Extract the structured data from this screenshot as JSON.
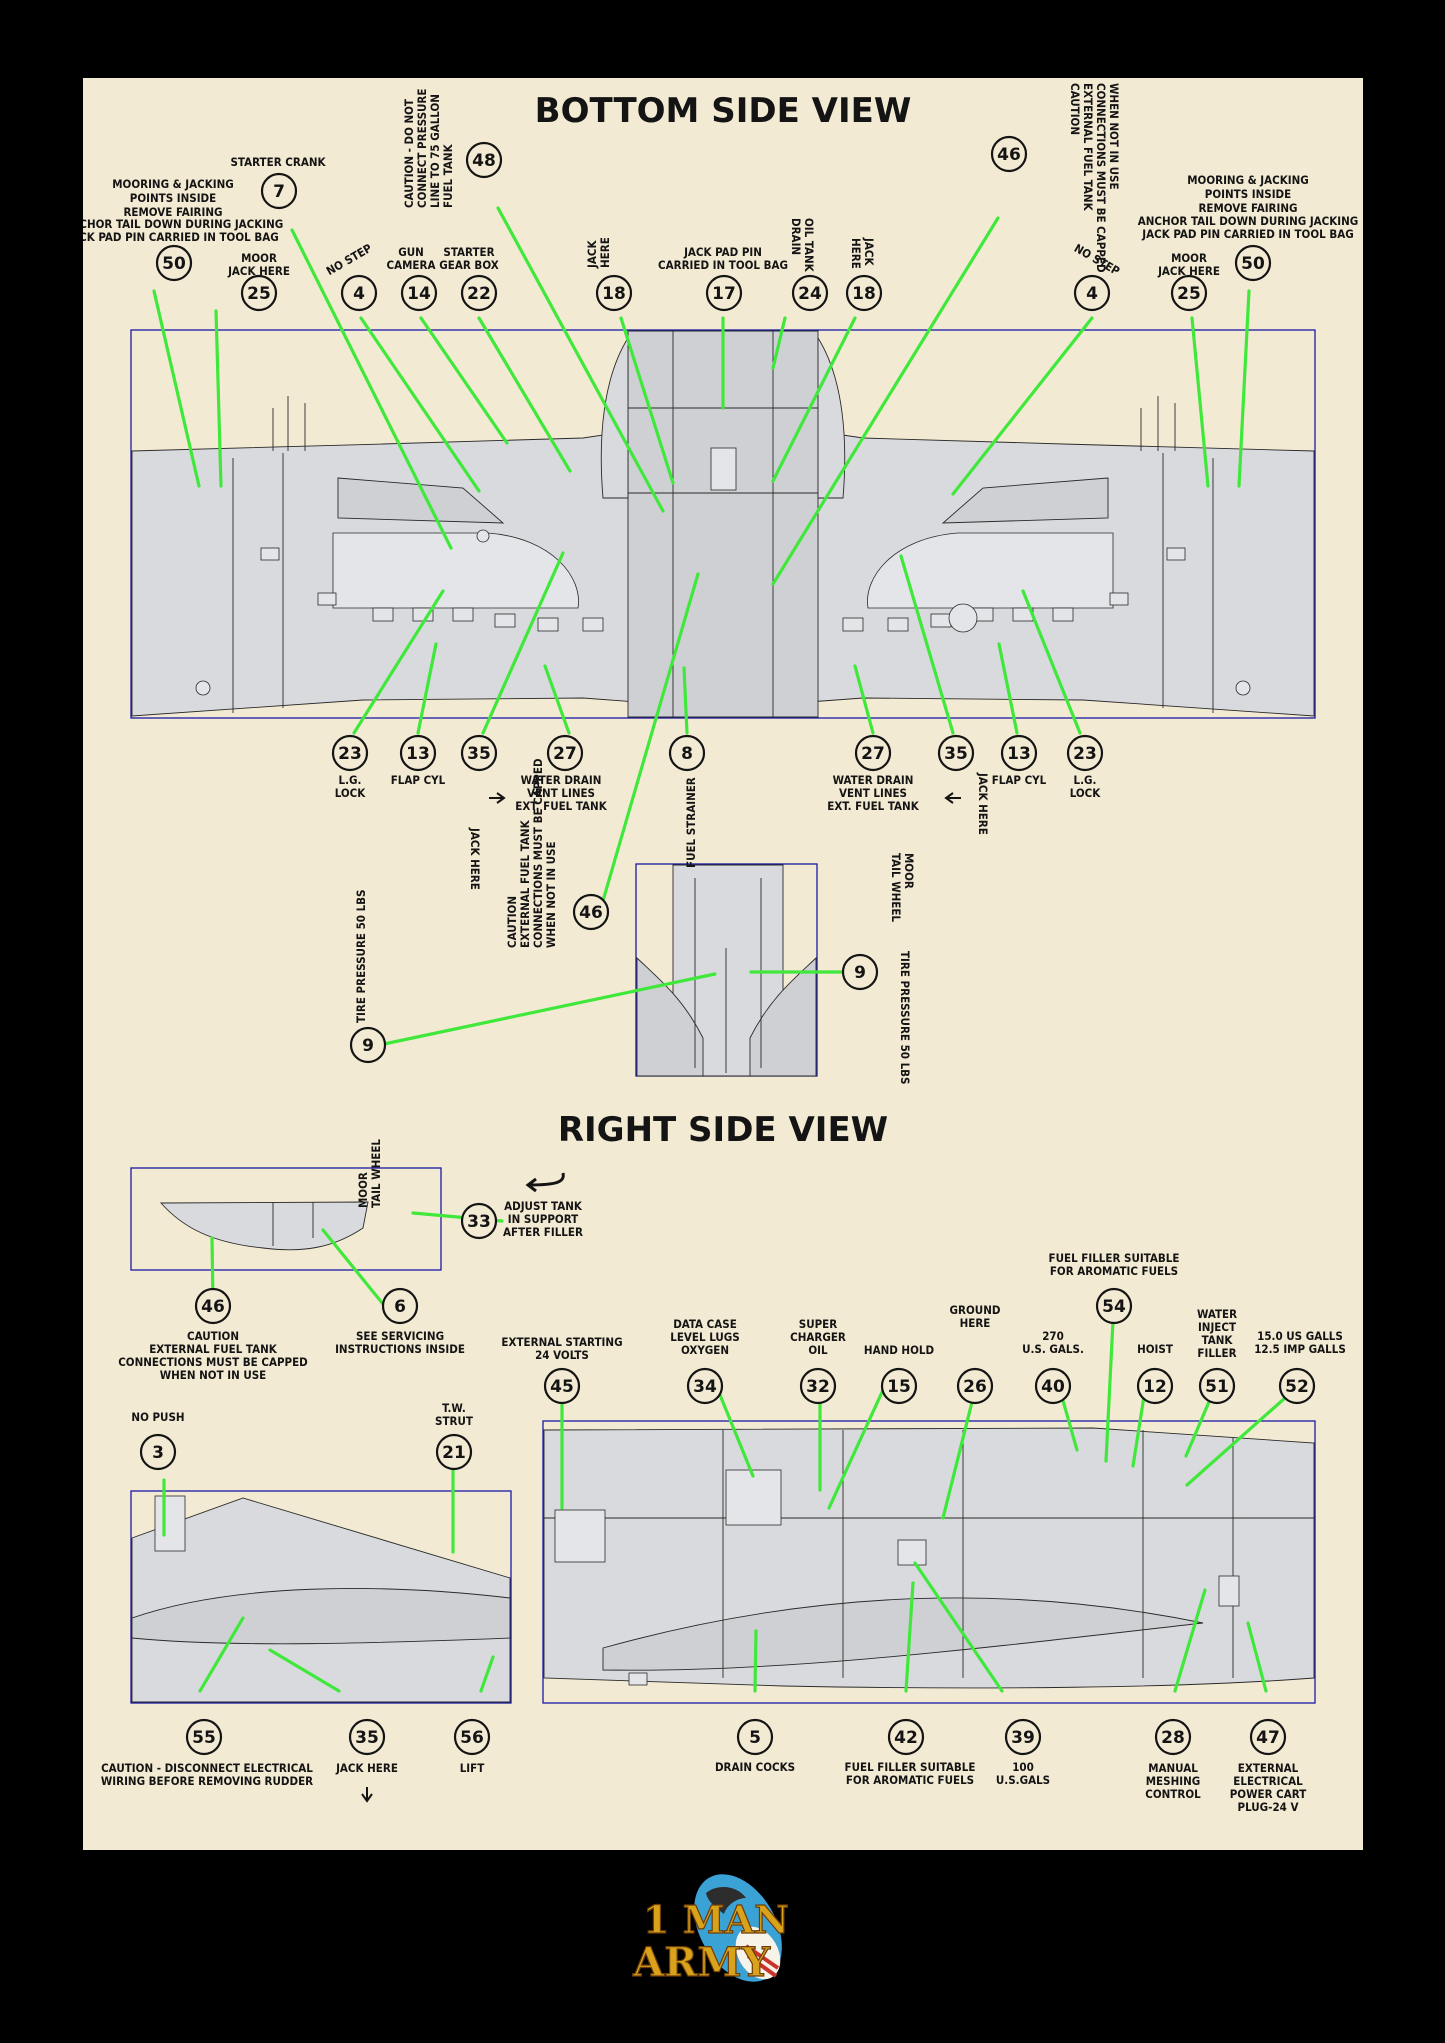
{
  "titles": {
    "bottom": "BOTTOM SIDE VIEW",
    "right": "RIGHT SIDE VIEW"
  },
  "callouts": [
    {
      "id": "c50a",
      "number": "50"
    },
    {
      "id": "c25a",
      "number": "25"
    },
    {
      "id": "c7",
      "number": "7"
    },
    {
      "id": "c4a",
      "number": "4"
    },
    {
      "id": "c14",
      "number": "14"
    },
    {
      "id": "c22",
      "number": "22"
    },
    {
      "id": "c48",
      "number": "48"
    },
    {
      "id": "c18a",
      "number": "18"
    },
    {
      "id": "c17",
      "number": "17"
    },
    {
      "id": "c24",
      "number": "24"
    },
    {
      "id": "c18b",
      "number": "18"
    },
    {
      "id": "c46a",
      "number": "46"
    },
    {
      "id": "c4b",
      "number": "4"
    },
    {
      "id": "c25b",
      "number": "25"
    },
    {
      "id": "c50b",
      "number": "50"
    },
    {
      "id": "c23a",
      "number": "23"
    },
    {
      "id": "c13a",
      "number": "13"
    },
    {
      "id": "c35a",
      "number": "35"
    },
    {
      "id": "c27a",
      "number": "27"
    },
    {
      "id": "c8",
      "number": "8"
    },
    {
      "id": "c27b",
      "number": "27"
    },
    {
      "id": "c35b",
      "number": "35"
    },
    {
      "id": "c13b",
      "number": "13"
    },
    {
      "id": "c23b",
      "number": "23"
    },
    {
      "id": "c46b",
      "number": "46"
    },
    {
      "id": "c9a",
      "number": "9"
    },
    {
      "id": "c9b",
      "number": "9"
    },
    {
      "id": "c33",
      "number": "33"
    },
    {
      "id": "c46c",
      "number": "46"
    },
    {
      "id": "c6",
      "number": "6"
    },
    {
      "id": "c54",
      "number": "54"
    },
    {
      "id": "c45",
      "number": "45"
    },
    {
      "id": "c34",
      "number": "34"
    },
    {
      "id": "c32",
      "number": "32"
    },
    {
      "id": "c15",
      "number": "15"
    },
    {
      "id": "c26",
      "number": "26"
    },
    {
      "id": "c40",
      "number": "40"
    },
    {
      "id": "c12",
      "number": "12"
    },
    {
      "id": "c51",
      "number": "51"
    },
    {
      "id": "c52",
      "number": "52"
    },
    {
      "id": "c3",
      "number": "3"
    },
    {
      "id": "c21",
      "number": "21"
    },
    {
      "id": "c55",
      "number": "55"
    },
    {
      "id": "c35c",
      "number": "35"
    },
    {
      "id": "c56",
      "number": "56"
    },
    {
      "id": "c5",
      "number": "5"
    },
    {
      "id": "c42",
      "number": "42"
    },
    {
      "id": "c39",
      "number": "39"
    },
    {
      "id": "c28",
      "number": "28"
    },
    {
      "id": "c47",
      "number": "47"
    }
  ],
  "labels": {
    "mooring_left": [
      "MOORING & JACKING",
      "POINTS INSIDE",
      "REMOVE FAIRING"
    ],
    "anchor_left": [
      "ANCHOR TAIL DOWN DURING JACKING",
      "JACK PAD PIN CARRIED IN TOOL BAG"
    ],
    "starter_crank": "STARTER CRANK",
    "moor_jack_left": [
      "MOOR",
      "JACK HERE"
    ],
    "no_step_left": "NO STEP",
    "gun_camera": [
      "GUN",
      "CAMERA"
    ],
    "starter_gear_box": [
      "STARTER",
      "GEAR BOX"
    ],
    "caution_pressure": [
      "CAUTION - DO NOT",
      "CONNECT PRESSURE",
      "LINE TO 75 GALLON",
      "FUEL TANK"
    ],
    "jack_here_v1": [
      "JACK",
      "HERE"
    ],
    "jack_pad_pin": [
      "JACK PAD PIN",
      "CARRIED IN TOOL BAG"
    ],
    "oil_tank_drain": [
      "OIL TANK",
      "DRAIN"
    ],
    "jack_here_v2": [
      "JACK",
      "HERE"
    ],
    "caution_ext_top": [
      "CAUTION",
      "EXTERNAL FUEL TANK",
      "CONNECTIONS MUST BE CAPPED",
      "WHEN NOT IN USE"
    ],
    "no_step_right": "NO STEP",
    "mooring_right": [
      "MOORING & JACKING",
      "POINTS INSIDE",
      "REMOVE FAIRING"
    ],
    "anchor_right": [
      "ANCHOR TAIL DOWN DURING JACKING",
      "JACK PAD PIN CARRIED IN TOOL BAG"
    ],
    "moor_jack_right": [
      "MOOR",
      "JACK HERE"
    ],
    "lg_lock_left": [
      "L.G.",
      "LOCK"
    ],
    "flap_cyl_left": "FLAP CYL",
    "jack_here_rot_left": "JACK HERE",
    "water_drain_left": [
      "WATER DRAIN",
      "VENT LINES",
      "EXT. FUEL TANK"
    ],
    "fuel_strainer": "FUEL STRAINER",
    "water_drain_right": [
      "WATER DRAIN",
      "VENT LINES",
      "EXT. FUEL TANK"
    ],
    "jack_here_rot_right": "JACK HERE",
    "flap_cyl_right": "FLAP CYL",
    "lg_lock_right": [
      "L.G.",
      "LOCK"
    ],
    "caution_ext_mid": [
      "CAUTION",
      "EXTERNAL FUEL TANK",
      "CONNECTIONS MUST BE CAPPED",
      "WHEN NOT IN USE"
    ],
    "tire_pressure_left": "TIRE PRESSURE 50 LBS",
    "moor_tail_left": [
      "MOOR",
      "TAIL WHEEL"
    ],
    "moor_tail_right": [
      "MOOR",
      "TAIL WHEEL"
    ],
    "tire_pressure_right": "TIRE PRESSURE 50 LBS",
    "adjust_tank": [
      "ADJUST TANK",
      "IN SUPPORT",
      "AFTER FILLER"
    ],
    "caution_ext_low": [
      "CAUTION",
      "EXTERNAL FUEL TANK",
      "CONNECTIONS MUST BE CAPPED",
      "WHEN NOT IN USE"
    ],
    "see_servicing": [
      "SEE SERVICING",
      "INSTRUCTIONS INSIDE"
    ],
    "fuel_filler_top": [
      "FUEL FILLER SUITABLE",
      "FOR AROMATIC FUELS"
    ],
    "external_starting": [
      "EXTERNAL STARTING",
      "24 VOLTS"
    ],
    "data_case": [
      "DATA CASE",
      "LEVEL LUGS",
      "OXYGEN"
    ],
    "super_charger": [
      "SUPER",
      "CHARGER",
      "OIL"
    ],
    "hand_hold": "HAND HOLD",
    "ground_here": [
      "GROUND",
      "HERE"
    ],
    "gals_270": [
      "270",
      "U.S. GALS."
    ],
    "hoist": "HOIST",
    "water_inject": [
      "WATER",
      "INJECT",
      "TANK",
      "FILLER"
    ],
    "galls_15": [
      "15.0 US GALLS",
      "12.5 IMP GALLS"
    ],
    "no_push": "NO PUSH",
    "tw_strut": [
      "T.W.",
      "STRUT"
    ],
    "caution_disconnect": [
      "CAUTION - DISCONNECT ELECTRICAL",
      "WIRING BEFORE REMOVING RUDDER"
    ],
    "jack_here_low": "JACK HERE",
    "lift": "LIFT",
    "drain_cocks": "DRAIN COCKS",
    "fuel_filler_low": [
      "FUEL FILLER SUITABLE",
      "FOR AROMATIC FUELS"
    ],
    "gals_100": [
      "100",
      "U.S.GALS"
    ],
    "manual_meshing": [
      "MANUAL",
      "MESHING",
      "CONTROL"
    ],
    "ext_power": [
      "EXTERNAL",
      "ELECTRICAL",
      "POWER CART",
      "PLUG-24 V"
    ]
  },
  "logo": {
    "line1": "1 MAN",
    "line2": "ARMY"
  },
  "colors": {
    "background": "#000000",
    "sheet": "#f3ead3",
    "leader": "#3fe83b",
    "frame": "#1a1aa6",
    "part": "#d9dadd"
  }
}
